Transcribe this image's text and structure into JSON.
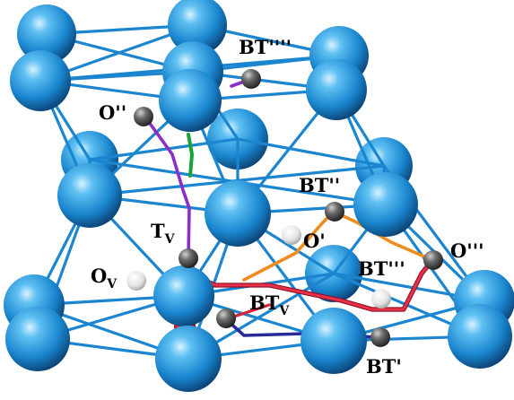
{
  "colors": {
    "atom_blue": "#1e8fd6",
    "atom_blue_dark": "#0a4f86",
    "atom_blue_light": "#bfe8ff",
    "bond_blue": "#1b86cf",
    "site_gray": "#5a5a5a",
    "site_white": "#e8e8e8",
    "site_red": "#e01010",
    "path_purple": "#8a2fc9",
    "path_green": "#18a23a",
    "path_red": "#d8223a",
    "path_orange": "#f08c1e",
    "path_navy": "#2a2a9a"
  },
  "labels": {
    "bt4": "BT''''",
    "o2": "O''",
    "bt2": "BT''",
    "tv_main": "T",
    "tv_sub": "V",
    "o1": "O'",
    "o3": "O'''",
    "ov_main": "O",
    "ov_sub": "V",
    "bt3": "BT'''",
    "btv_main": "BT",
    "btv_sub": "V",
    "bt1": "BT'"
  }
}
